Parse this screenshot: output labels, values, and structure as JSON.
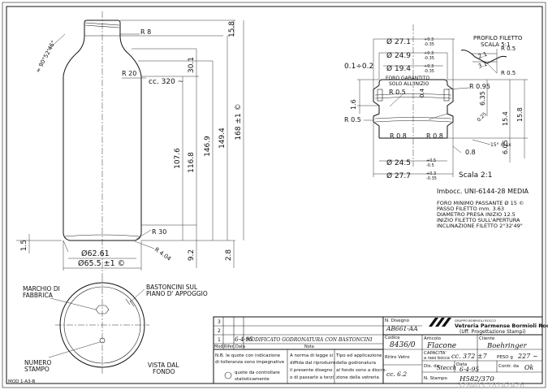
{
  "main_view": {
    "dims_vertical": [
      "15.8",
      "30.1",
      "146.9",
      "149.4",
      "168 ±1 ©",
      "107.6",
      "116.8",
      "9.2",
      "2.8",
      "1.5"
    ],
    "r8": "R 8",
    "r20": "R 20",
    "cc": "cc. 320 ~",
    "angle": "≈ 90°52'46\"",
    "r30": "R 30",
    "r4": "R 4.04",
    "d_base": "Ø62.61",
    "d_body": "Ø65.5 ±1 ©"
  },
  "neck_view": {
    "dims": [
      "Ø 27.1",
      "Ø 24.9",
      "Ø 19.4",
      "Ø 24.5",
      "Ø 27.7"
    ],
    "tol_27_1": [
      "+0.3",
      "-0.35"
    ],
    "tol_24_9": [
      "+0.3",
      "-0.35"
    ],
    "tol_19_4": [
      "+0.3",
      "-0.35"
    ],
    "tol_24_5": [
      "+0.5",
      "-0.5"
    ],
    "tol_27_7": [
      "+0.3",
      "-0.35"
    ],
    "gap": "0.1÷0.2",
    "foro": "FORO GARANTITO",
    "foro2": "SOLO ALL'INIZIO",
    "r05a": "R 0.5",
    "r05b": "R 0.5",
    "r08a": "R 0.8",
    "r08b": "R 0.8",
    "r095": "R 0.95",
    "r04": "0.4",
    "d16": "1.6",
    "d08": "0.8",
    "d635": "6.35",
    "d154": "15.4",
    "d605": "6.05",
    "d158": "15.8",
    "d025": "0.25",
    "ang15": "15° max",
    "scala": "Scala 2:1"
  },
  "profile": {
    "title": "PROFILO FILETTO",
    "scala": "SCALA 5:1",
    "r05a": "R 0.5",
    "r05b": "R 0.5",
    "d21": "2.1",
    "d31": "3.1"
  },
  "notes": {
    "imbocc": "Imbocc. UNI-6144-28 MEDIA",
    "lines": [
      "FORO MINIMO PASSANTE Ø 15 ©",
      "PASSO FILETTO mm. 3.63",
      "DIAMETRO PRESA INIZIO 12.5",
      "INIZIO FILETTO SULL'APERTURA",
      "INCLINAZIONE FILETTO 2°32'49\""
    ]
  },
  "bottom_view": {
    "marchio": [
      "MARCHIO DI",
      "FABBRICA"
    ],
    "bastoncini": [
      "BASTONCINI SUL",
      "PIANO D' APPOGGIO"
    ],
    "numero": [
      "NUMERO",
      "STAMPO"
    ],
    "vista": [
      "VISTA DAL",
      "FONDO"
    ]
  },
  "title_block": {
    "rows": [
      "3",
      "2",
      "1"
    ],
    "rev1_date": "6-4-95",
    "rev1_note": "MODIFICATO GODRONATURA CON BASTONCINI",
    "head": [
      "Mod.",
      "Rifer.",
      "Data",
      "Nota"
    ],
    "nb": [
      "N.B. le quote con indicazione",
      "di tolleranza sono impegnative"
    ],
    "symbol_note": [
      "quote da controllare",
      "statisticamente"
    ],
    "norma": [
      "A norma di legge si",
      "diffida dal riprodurre",
      "il presente disegno",
      "o di passarlo a terzi"
    ],
    "tipo": [
      "Tipo ed applicazione",
      "della godronatura",
      "al fondo sono a discre-",
      "zione della vetreria"
    ],
    "n_disegno_lbl": "N. Disegno",
    "n_disegno": "AB661-AA",
    "codice_lbl": "Codice",
    "codice": "8436/0",
    "ritiro_lbl": "Ritiro Vetro",
    "ritiro": "cc. 6.2",
    "company_small": "GRUPPO BORMIOLI ROCCO",
    "company": "Vetreria Parmense Bormioli Rocco s.p.a.",
    "company_sub": "(Uff. Progettazione Stampi)",
    "articolo_lbl": "Articolo",
    "articolo": "Flacone",
    "cliente_lbl": "Cliente",
    "cliente": "Boehringer",
    "capacita_lbl": [
      "CAPACITA'",
      "a raso bocca"
    ],
    "capacita": "cc. 372 ±7",
    "peso_lbl": "PESO g",
    "peso": "227 ~",
    "dis_lbl": "Dis. da",
    "dis": "Stecch",
    "data_lbl": "Data",
    "data": "6-4-95",
    "contr_lbl": "Contr. da",
    "contr": "Ok",
    "stampo_lbl": "N. Stampo",
    "stampo": "H582/370",
    "mod": "MOD 1-A3-B"
  },
  "watermark": "328403 18142426"
}
